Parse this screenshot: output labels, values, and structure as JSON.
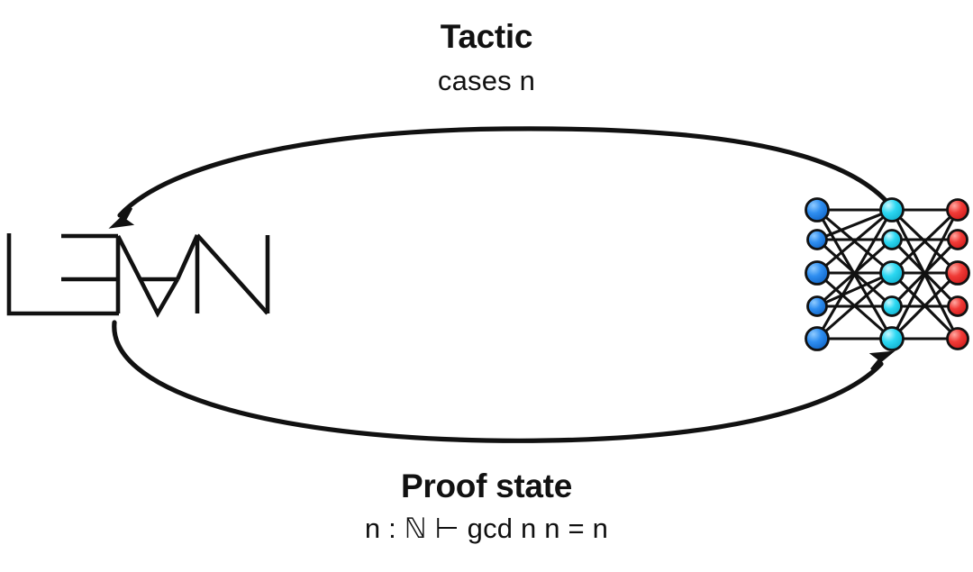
{
  "diagram": {
    "title": "Lean tactic / proof-state interaction loop",
    "background_color": "#ffffff",
    "stroke_color": "#111111"
  },
  "top_label": {
    "title": "Tactic",
    "subtitle": "cases n"
  },
  "bottom_label": {
    "title": "Proof state",
    "subtitle": "n : ℕ ⊢ gcd n n = n"
  },
  "logo": {
    "name": "LEAN",
    "alt": "Lean theorem prover logo"
  },
  "arrows": [
    {
      "id": "tactic-arrow",
      "label": "Tactic",
      "direction": "network-to-lean",
      "description": "upper curved arrow pointing left toward the Lean logo"
    },
    {
      "id": "proof-state-arrow",
      "label": "Proof state",
      "direction": "lean-to-network",
      "description": "lower curved arrow pointing right toward the neural network"
    }
  ],
  "neural_network": {
    "layers": [
      {
        "name": "input-layer",
        "color": "#1f7fe8",
        "highlight": "#7fc2ff",
        "count": 5
      },
      {
        "name": "hidden-layer",
        "color": "#22d3ee",
        "highlight": "#b6f6ff",
        "count": 5
      },
      {
        "name": "output-layer",
        "color": "#ee3333",
        "highlight": "#ff9a94",
        "count": 5
      }
    ],
    "edge_color": "#111111",
    "node_outline": "#111111"
  }
}
